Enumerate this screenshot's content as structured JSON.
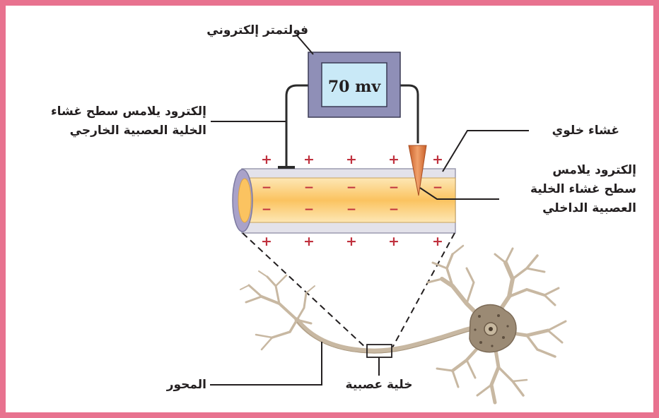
{
  "voltmeter": {
    "title": "فولتمتر إلكتروني",
    "reading": "70 mv"
  },
  "labels": {
    "outer_electrode": [
      "إلكترود يلامس سطح غشاء",
      "الخلية العصبية الخارجي"
    ],
    "cell_membrane": "غشاء خلوي",
    "inner_electrode": [
      "إلكترود يلامس",
      "سطح غشاء الخلية",
      "العصبية الداخلي"
    ],
    "axon": "المحور",
    "neuron": "خلية عصبية"
  },
  "charges": {
    "outside": "+",
    "inside": "−"
  },
  "colors": {
    "frame": "#e8728f",
    "voltmeter_body": "#8f8fb7",
    "voltmeter_screen": "#c9e9f7",
    "axon_inside": "#fbc360",
    "membrane": "#e3e2ea",
    "electrode_tip": "#e58a4f",
    "charge_plus": "#c0313e",
    "charge_minus": "#c0313e",
    "neuron": "#c8b8a2"
  }
}
